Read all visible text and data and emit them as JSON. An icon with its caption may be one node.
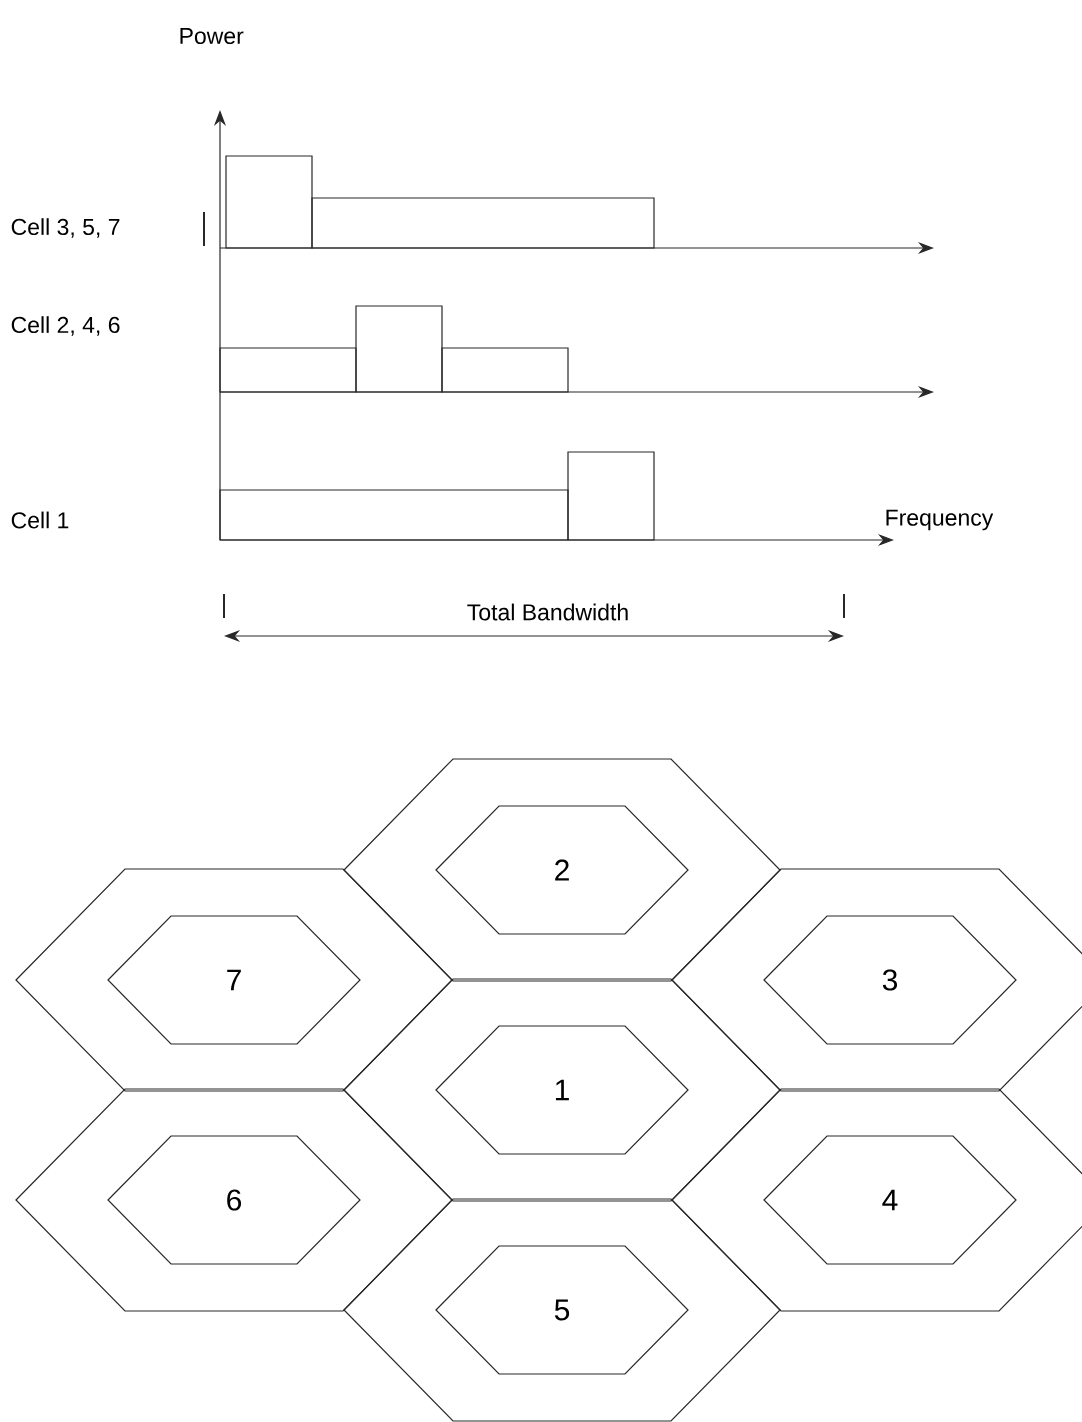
{
  "diagram": {
    "nodes": [
      {
        "text": [],
        "shape": "hexagon"
      },
      {
        "text": [
          "2"
        ],
        "in": 0
      },
      {
        "text": [],
        "shape": "hexagon"
      },
      {
        "text": [
          "7"
        ],
        "in": 2
      },
      {
        "text": [],
        "shape": "hexagon"
      },
      {
        "text": [
          "3"
        ],
        "in": 4
      },
      {
        "text": [],
        "shape": "hexagon"
      },
      {
        "text": [
          "1"
        ],
        "in": 6
      },
      {
        "text": [],
        "shape": "hexagon"
      },
      {
        "text": [
          "6"
        ],
        "in": 8
      },
      {
        "text": [],
        "shape": "hexagon"
      },
      {
        "text": [
          "4"
        ],
        "in": 10
      },
      {
        "text": [],
        "shape": "hexagon"
      },
      {
        "text": [
          "5"
        ],
        "in": 12
      }
    ],
    "labels": [
      "Power",
      "Cell 3, 5, 7",
      "Cell 2, 4, 6",
      "Cell 1",
      "Frequency",
      "Total Bandwidth"
    ]
  }
}
